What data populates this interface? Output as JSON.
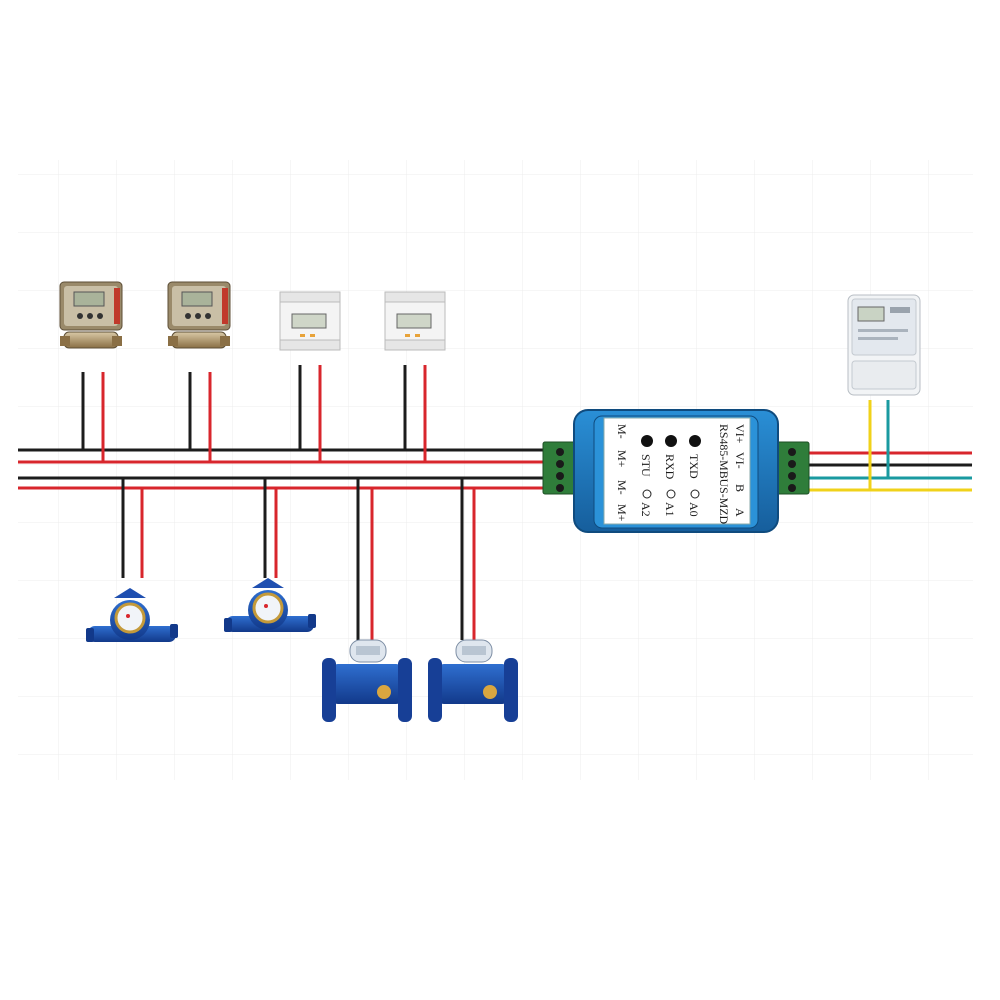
{
  "converter": {
    "model": "RS485-MBUS-MZD",
    "top_terminals": [
      "VI+",
      "VI-",
      "B",
      "A"
    ],
    "bottom_terminals": [
      "M-",
      "M+",
      "M-",
      "M+"
    ],
    "leds": [
      "TXD",
      "RXD",
      "STU"
    ],
    "address_switches": [
      "A0",
      "A1",
      "A2"
    ],
    "color": "#1e7fc8"
  },
  "bus_colors": {
    "black": "#1c1c1c",
    "red": "#d8262c",
    "teal": "#1a9aa0",
    "yellow": "#f0d21a"
  },
  "devices": {
    "heat_meters": 2,
    "din_rail_meters": 2,
    "small_water_meters": 2,
    "flanged_water_meters": 2,
    "electricity_meter": 1
  }
}
